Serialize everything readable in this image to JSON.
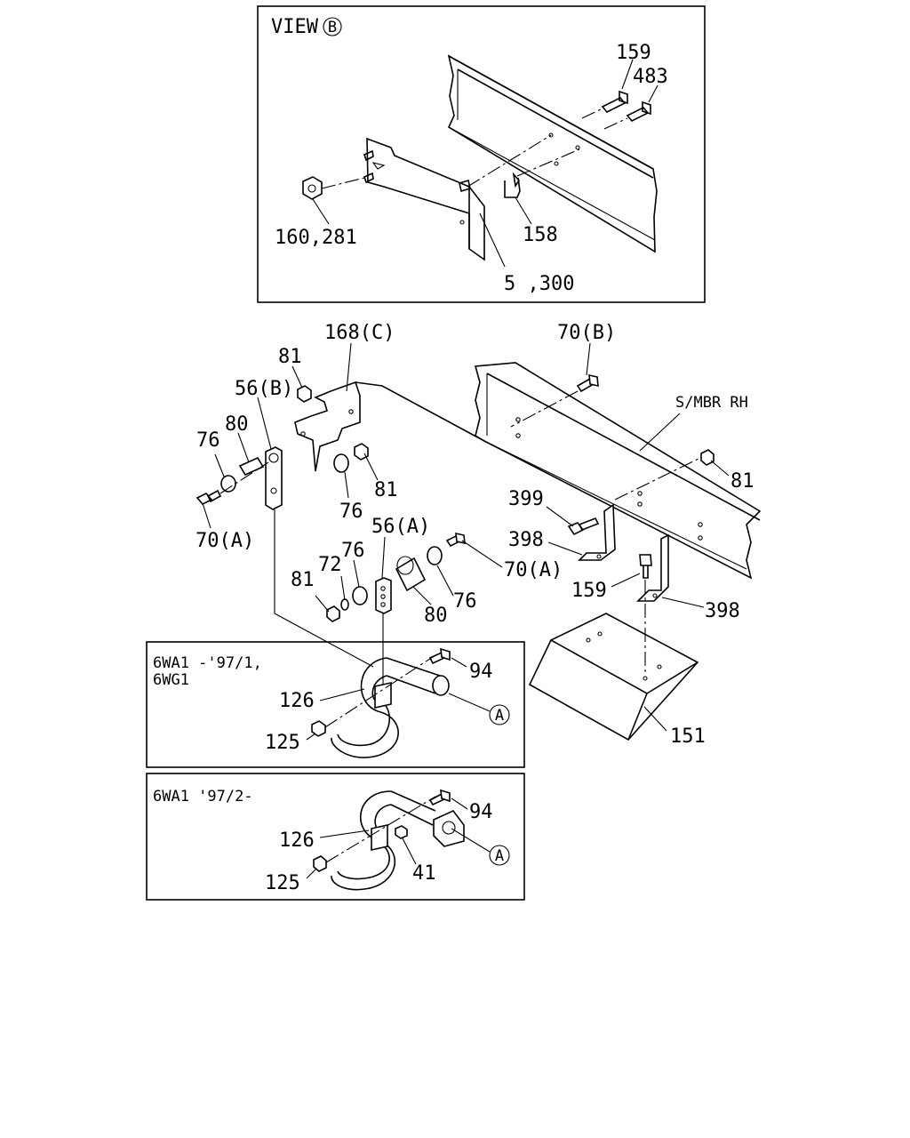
{
  "view_b": {
    "title": "VIEW",
    "marker": "B",
    "labels": {
      "p159": "159",
      "p483": "483",
      "p160_281": "160,281",
      "p158": "158",
      "p5_300": "5 ,300"
    }
  },
  "main": {
    "labels": {
      "p168c": "168(C)",
      "p70b": "70(B)",
      "p81_top": "81",
      "p56b": "56(B)",
      "s_mbr_rh": "S/MBR RH",
      "p76_left": "76",
      "p80_left": "80",
      "p81_mid": "81",
      "p76_mid": "76",
      "p70a_left": "70(A)",
      "p81_right": "81",
      "p399": "399",
      "p398_upper": "398",
      "p56a": "56(A)",
      "p76_upper": "76",
      "p72": "72",
      "p81_lower": "81",
      "p70a_right": "70(A)",
      "p76_lower": "76",
      "p80_lower": "80",
      "p159": "159",
      "p398_lower": "398",
      "p151": "151"
    }
  },
  "inset_1": {
    "title_line1": "6WA1 -'97/1,",
    "title_line2": "6WG1",
    "labels": {
      "p94": "94",
      "p126": "126",
      "p125": "125",
      "markerA": "A"
    }
  },
  "inset_2": {
    "title": "6WA1 '97/2-",
    "labels": {
      "p94": "94",
      "p126": "126",
      "p125": "125",
      "p41": "41",
      "markerA": "A"
    }
  }
}
